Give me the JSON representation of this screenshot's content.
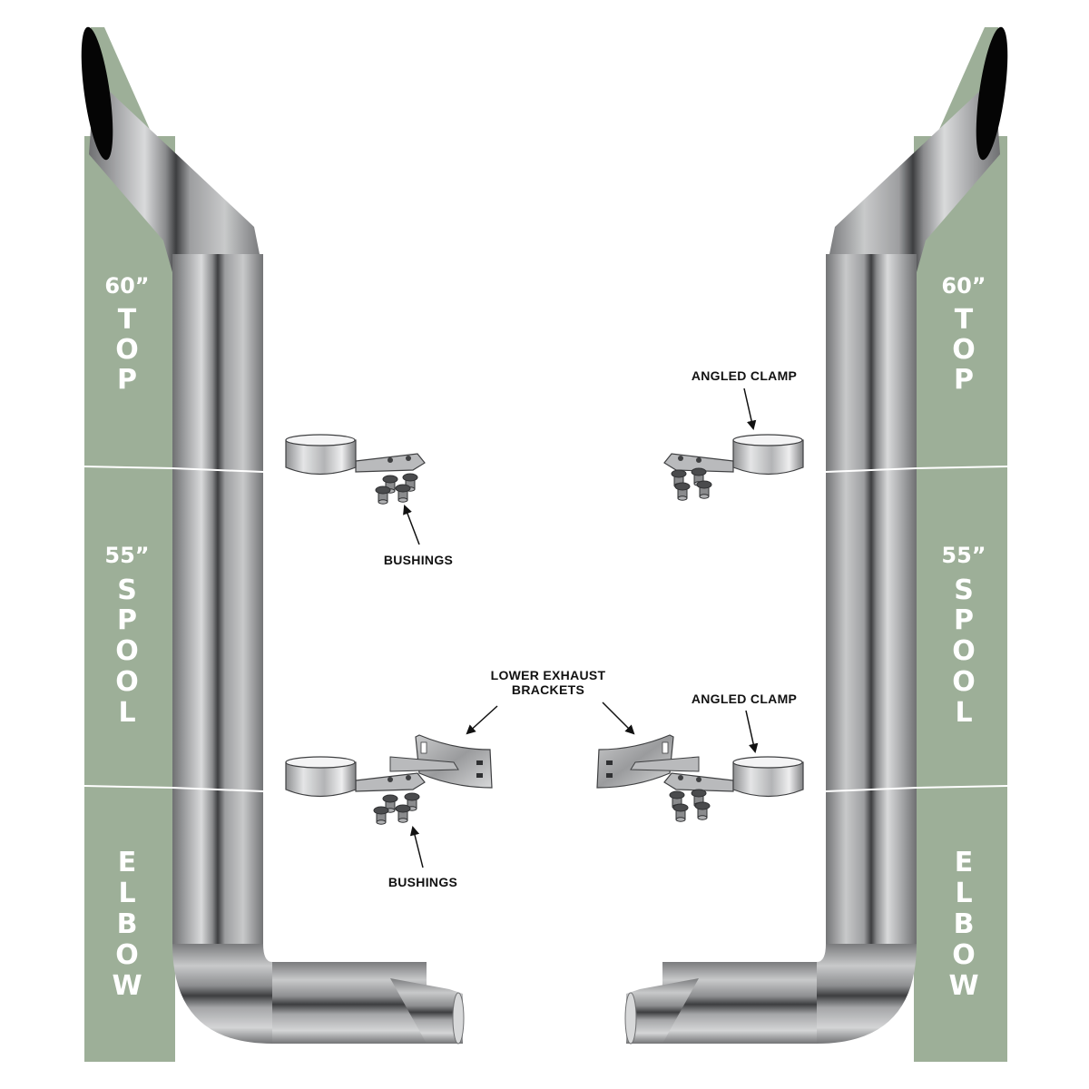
{
  "colors": {
    "panel_green": "#9daf98",
    "pipe_mid": "#a7a8aa",
    "pipe_dark": "#5f6062",
    "pipe_light": "#e3e4e5",
    "outline": "#3f4042",
    "text": "#111111"
  },
  "left_column": {
    "sections": [
      {
        "size": "60”",
        "letters": [
          "T",
          "O",
          "P"
        ]
      },
      {
        "size": "55”",
        "letters": [
          "S",
          "P",
          "O",
          "O",
          "L"
        ]
      },
      {
        "size": "",
        "letters": [
          "E",
          "L",
          "B",
          "O",
          "W"
        ]
      }
    ]
  },
  "right_column": {
    "sections": [
      {
        "size": "60”",
        "letters": [
          "T",
          "O",
          "P"
        ]
      },
      {
        "size": "55”",
        "letters": [
          "S",
          "P",
          "O",
          "O",
          "L"
        ]
      },
      {
        "size": "",
        "letters": [
          "E",
          "L",
          "B",
          "O",
          "W"
        ]
      }
    ]
  },
  "callouts": {
    "bushings_upper": "BUSHINGS",
    "bushings_lower": "BUSHINGS",
    "angled_clamp_upper": "ANGLED CLAMP",
    "angled_clamp_lower": "ANGLED CLAMP",
    "lower_brackets_line1": "LOWER EXHAUST",
    "lower_brackets_line2": "BRACKETS"
  },
  "icons": [
    "stack-pipe-icon",
    "angled-clamp-icon",
    "bushing-icon",
    "lower-bracket-icon",
    "arrow-icon"
  ]
}
